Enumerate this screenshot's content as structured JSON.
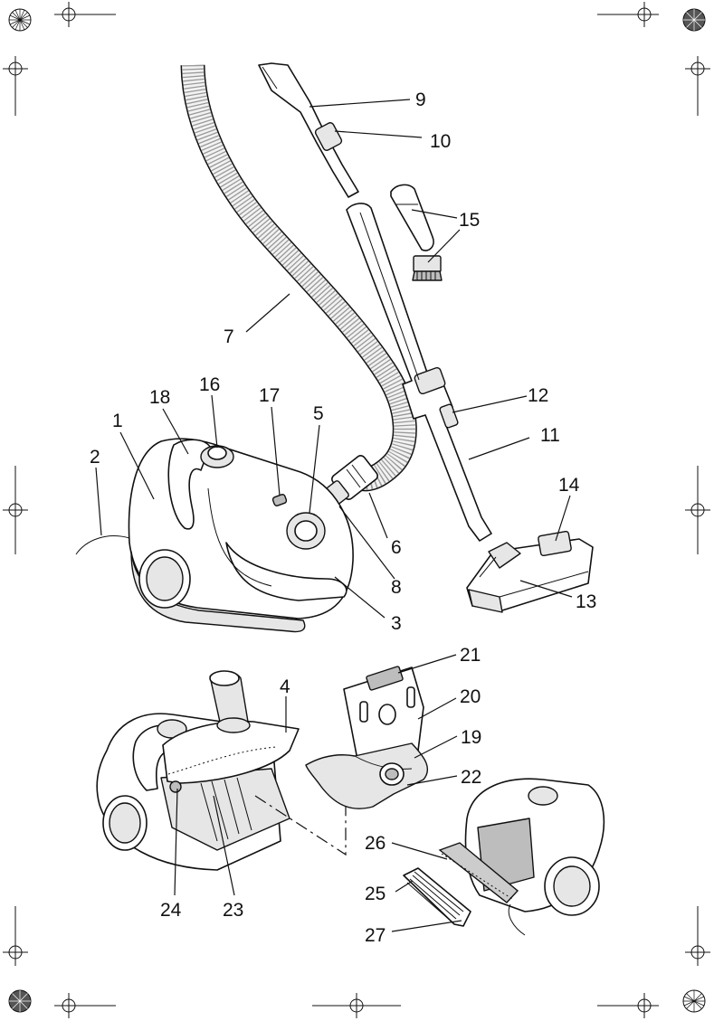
{
  "callouts": {
    "c1": "1",
    "c2": "2",
    "c3": "3",
    "c4": "4",
    "c5": "5",
    "c6": "6",
    "c7": "7",
    "c8": "8",
    "c9": "9",
    "c10": "10",
    "c11": "11",
    "c12": "12",
    "c13": "13",
    "c14": "14",
    "c15": "15",
    "c16": "16",
    "c17": "17",
    "c18": "18",
    "c19": "19",
    "c20": "20",
    "c21": "21",
    "c22": "22",
    "c23": "23",
    "c24": "24",
    "c25": "25",
    "c26": "26",
    "c27": "27"
  },
  "colors": {
    "line": "#111111",
    "fill_light": "#e6e6e6",
    "fill_dark": "#bdbdbd",
    "background": "#ffffff"
  }
}
